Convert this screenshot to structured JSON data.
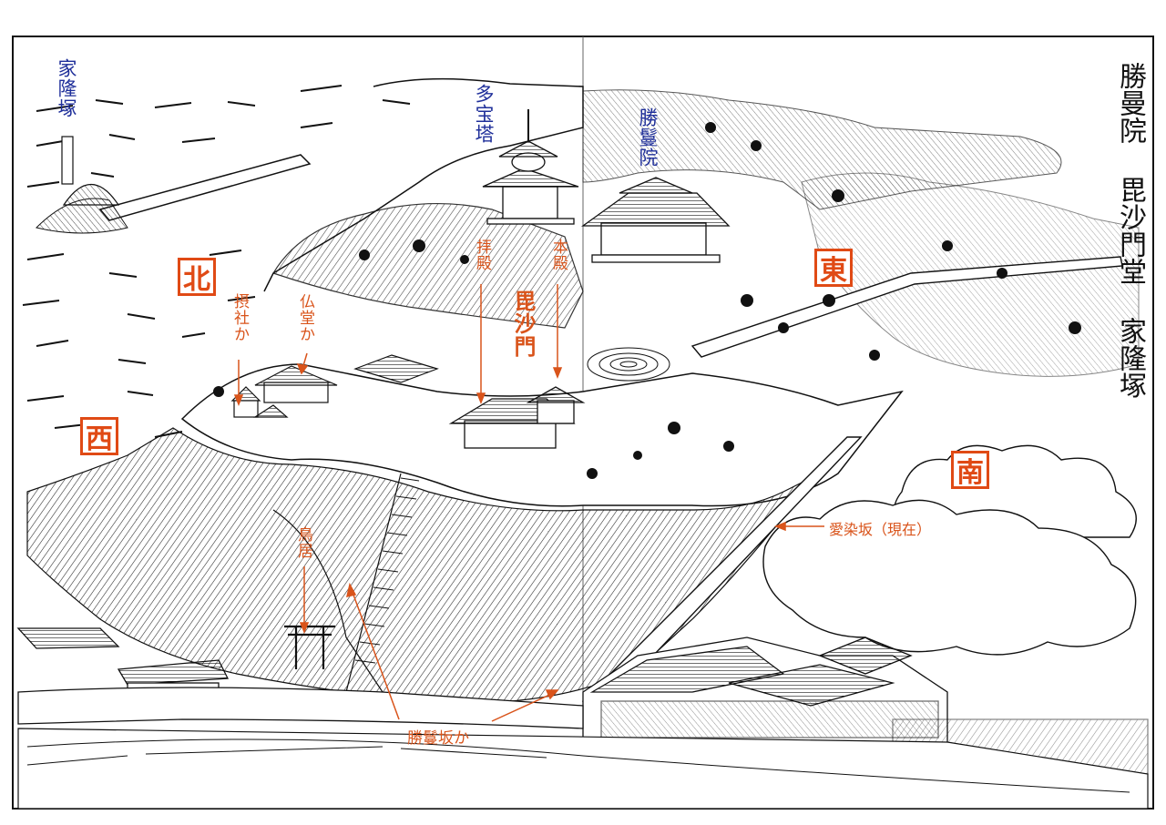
{
  "figure_title": {
    "line1": "勝曼院",
    "line2": "毘沙門堂",
    "line3": "家隆塚"
  },
  "labels": {
    "karyu_zuka": "家隆塚",
    "tahoto": "多宝塔",
    "shomanin": "勝鬘院",
    "haiden": "拝殿",
    "honden": "本殿",
    "bishamon": "毘沙門",
    "setsusha": "摂社か",
    "butsudo": "仏堂か",
    "torii": "鳥居",
    "aizenzaka": "愛染坂（現在）",
    "shomanzaka": "勝鬘坂か"
  },
  "compass": {
    "north": "北",
    "west": "西",
    "east": "東",
    "south": "南"
  },
  "colors": {
    "label_blue": "#1f2f9a",
    "label_orange": "#d9541b",
    "compass_red": "#e04a15",
    "ink": "#111111"
  }
}
